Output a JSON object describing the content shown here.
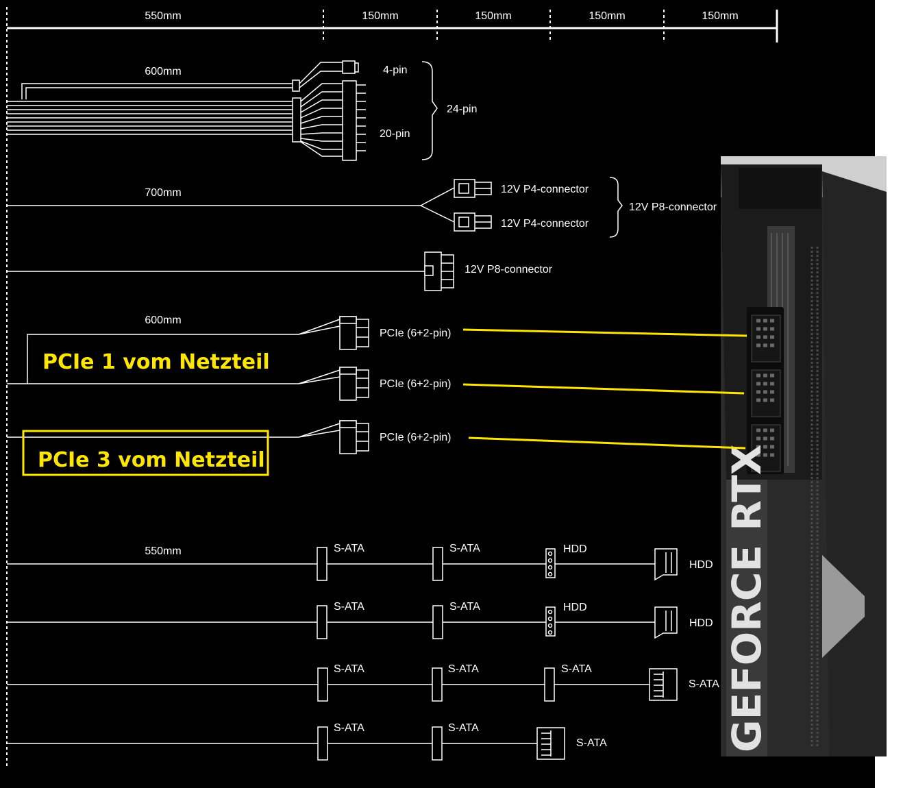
{
  "ruler": {
    "segments": [
      "550mm",
      "150mm",
      "150mm",
      "150mm",
      "150mm"
    ]
  },
  "atx": {
    "length": "600mm",
    "pin4": "4-pin",
    "pin20": "20-pin",
    "pin24": "24-pin"
  },
  "eps": {
    "length": "700mm",
    "p4a": "12V P4-connector",
    "p4b": "12V P4-connector",
    "p8combined": "12V P8-connector",
    "p8": "12V P8-connector"
  },
  "pcie": {
    "length": "600mm",
    "c1": "PCIe (6+2-pin)",
    "c2": "PCIe (6+2-pin)",
    "c3": "PCIe (6+2-pin)"
  },
  "annotations": {
    "pcie1": "PCIe 1 vom Netzteil",
    "pcie3": "PCIe 3 vom Netzteil"
  },
  "sata": {
    "length": "550mm",
    "row1": [
      "S-ATA",
      "S-ATA",
      "HDD",
      "HDD"
    ],
    "row2": [
      "S-ATA",
      "S-ATA",
      "HDD",
      "HDD"
    ],
    "row3": [
      "S-ATA",
      "S-ATA",
      "S-ATA",
      "S-ATA"
    ],
    "row4": [
      "S-ATA",
      "S-ATA",
      "S-ATA"
    ]
  },
  "gpu": {
    "brand": "GEFORCE RTX"
  },
  "colors": {
    "background": "#000000",
    "line": "#ffffff",
    "highlight": "#ffe600"
  }
}
